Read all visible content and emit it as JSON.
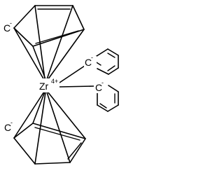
{
  "molecule": {
    "center_atom": {
      "symbol": "Zr",
      "charge": "4+"
    },
    "ring_atoms": {
      "upper_cp": {
        "symbol": "C",
        "charge": "-"
      },
      "lower_cp": {
        "symbol": "C",
        "charge": "-"
      },
      "phenyl_1": {
        "symbol": "C",
        "charge": "-"
      },
      "phenyl_2": {
        "symbol": "C",
        "charge": "-"
      }
    }
  },
  "colors": {
    "bond": "#000000",
    "text": "#000000",
    "background": "#ffffff"
  }
}
